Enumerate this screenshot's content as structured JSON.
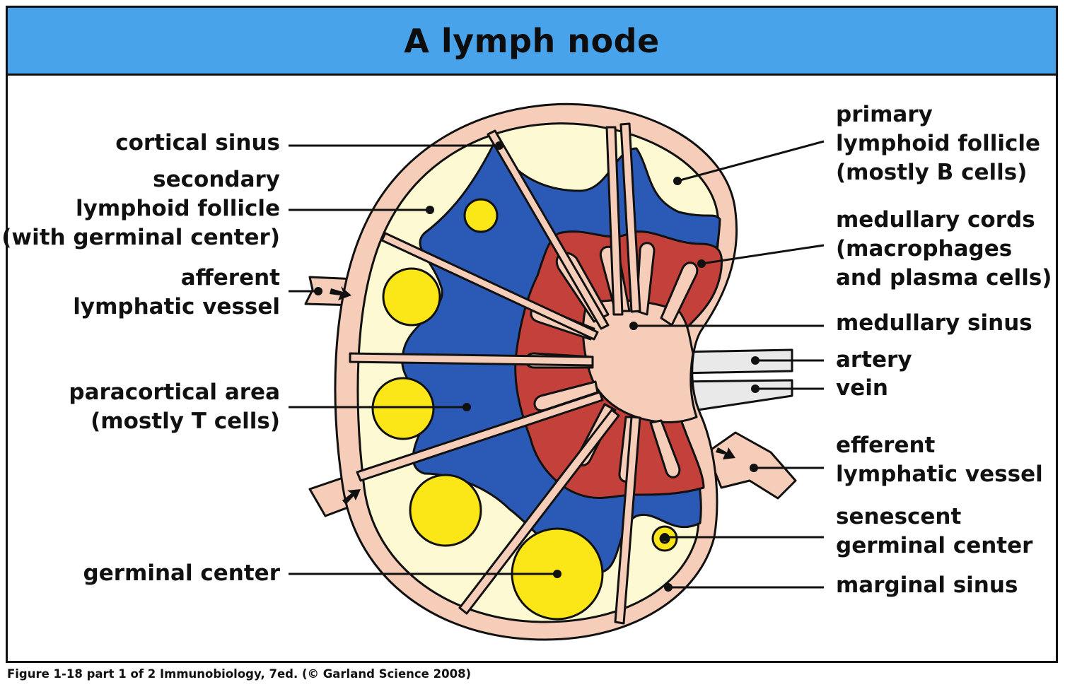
{
  "title": "A lymph node",
  "caption": "Figure 1-18 part 1 of 2  Immunobiology, 7ed. (© Garland Science 2008)",
  "labels_left": {
    "cortical_sinus": [
      "cortical sinus"
    ],
    "secondary_follicle": [
      "secondary",
      "lymphoid follicle",
      "(with germinal center)"
    ],
    "afferent_vessel": [
      "afferent",
      "lymphatic vessel"
    ],
    "paracortical_area": [
      "paracortical area",
      "(mostly T cells)"
    ],
    "germinal_center": [
      "germinal center"
    ]
  },
  "labels_right": {
    "primary_follicle": [
      "primary",
      "lymphoid follicle",
      "(mostly B cells)"
    ],
    "medullary_cords": [
      "medullary cords",
      "(macrophages",
      "and plasma cells)"
    ],
    "medullary_sinus": [
      "medullary sinus"
    ],
    "artery": [
      "artery"
    ],
    "vein": [
      "vein"
    ],
    "efferent_vessel": [
      "efferent",
      "lymphatic vessel"
    ],
    "senescent_center": [
      "senescent",
      "germinal center"
    ],
    "marginal_sinus": [
      "marginal sinus"
    ]
  },
  "colors": {
    "header": "#48a3ea",
    "capsule": "#f6cdb8",
    "follicle": "#fdf9d2",
    "germinal": "#fbe617",
    "paracortex": "#2b5ab6",
    "cords": "#c4403a",
    "vessels": "#e9e9e9"
  }
}
